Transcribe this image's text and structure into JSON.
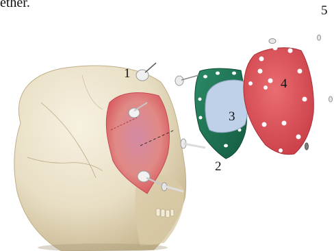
{
  "caption_fragment": "ether.",
  "labels": {
    "one": "1",
    "two": "2",
    "three": "3",
    "four": "4",
    "five": "5"
  },
  "colors": {
    "bone": "#ece4cf",
    "bone_shadow": "#c9bb98",
    "defect_tissue": "#e07f7c",
    "green_layer": "#1f7a58",
    "blue_insert": "#bccfe6",
    "red_implant": "#dc5056",
    "screw": "#e6e6e6",
    "screw_shadow": "#9a9a9a"
  },
  "icons": [
    "skull-image",
    "screw-icon",
    "mesh-hole-icon"
  ]
}
